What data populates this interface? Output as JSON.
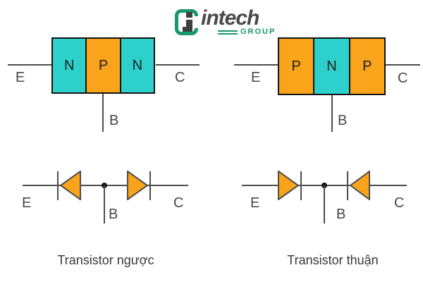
{
  "logo": {
    "brand": "intech",
    "group": "GROUP"
  },
  "colors": {
    "cyan": "#2dd0ca",
    "orange": "#f9a41a",
    "line_gray": "#4d4d4d",
    "label_text": "#474747",
    "logo_green": "#17996a",
    "logo_dark": "#4a4a4b"
  },
  "npn_block": {
    "layers": [
      "N",
      "P",
      "N"
    ],
    "emitter_label": "E",
    "base_label": "B",
    "collector_label": "C"
  },
  "pnp_block": {
    "layers": [
      "P",
      "N",
      "P"
    ],
    "emitter_label": "E",
    "base_label": "B",
    "collector_label": "C"
  },
  "npn_diode": {
    "emitter_label": "E",
    "base_label": "B",
    "collector_label": "C"
  },
  "pnp_diode": {
    "emitter_label": "E",
    "base_label": "B",
    "collector_label": "C"
  },
  "captions": {
    "left": "Transistor ngược",
    "right": "Transistor thuận"
  }
}
